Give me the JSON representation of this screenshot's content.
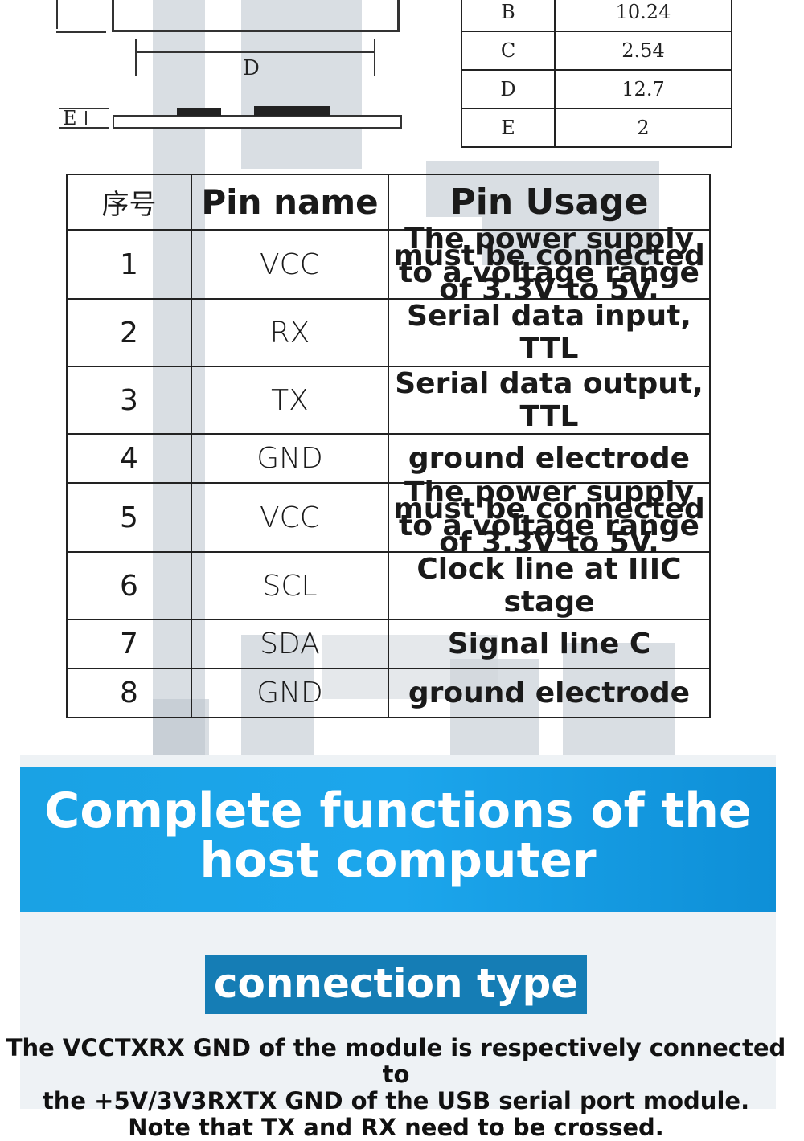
{
  "dimension_drawing": {
    "labels": {
      "d": "D",
      "e": "E"
    }
  },
  "dimension_table": {
    "rows": [
      {
        "key": "B",
        "value": "10.24"
      },
      {
        "key": "C",
        "value": "2.54"
      },
      {
        "key": "D",
        "value": "12.7"
      },
      {
        "key": "E",
        "value": "2"
      }
    ]
  },
  "pin_table": {
    "headers": {
      "index": "序号",
      "name": "Pin name",
      "usage": "Pin Usage"
    },
    "rows": [
      {
        "index": "1",
        "name": "VCC",
        "usage": "The power supply must be connected to a voltage range of 3.3V to 5V."
      },
      {
        "index": "2",
        "name": "RX",
        "usage": "Serial data input, TTL"
      },
      {
        "index": "3",
        "name": "TX",
        "usage": "Serial data output, TTL"
      },
      {
        "index": "4",
        "name": "GND",
        "usage": "ground electrode"
      },
      {
        "index": "5",
        "name": "VCC",
        "usage": "The power supply must be connected to a voltage range of 3.3V to 5V."
      },
      {
        "index": "6",
        "name": "SCL",
        "usage": "Clock line at IIIC stage"
      },
      {
        "index": "7",
        "name": "SDA",
        "usage": "Signal line C"
      },
      {
        "index": "8",
        "name": "GND",
        "usage": "ground electrode"
      }
    ]
  },
  "banner": {
    "title_line1": "Complete functions of the",
    "title_line2": "host computer"
  },
  "connection": {
    "label": "connection type",
    "line1": "The VCCTXRX GND of the module is respectively connected to",
    "line2": "the +5V/3V3RXTX GND of the USB serial port module.",
    "line3": "Note that TX and RX need to be crossed."
  },
  "colors": {
    "banner_blue": "#1aa2e4",
    "connection_box": "#157db5",
    "watermark": "#b9c2cc"
  }
}
